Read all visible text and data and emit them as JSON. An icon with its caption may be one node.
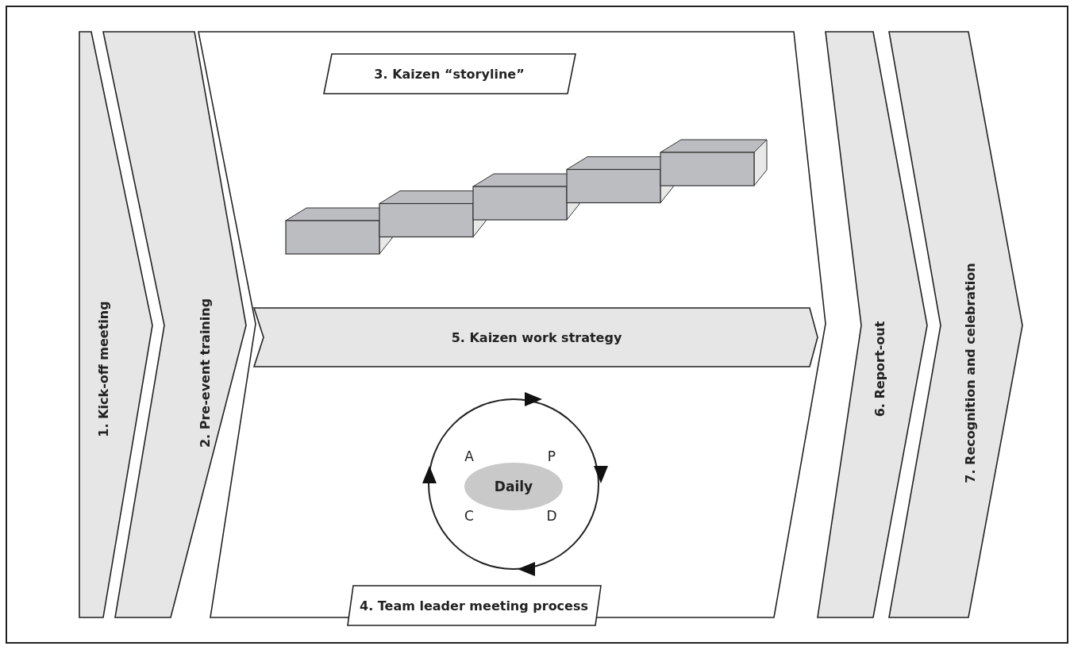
{
  "diagram": {
    "nodes": [
      {
        "text": [
          "1. Kick-off meeting"
        ]
      },
      {
        "text": [
          "2. Pre-event training"
        ]
      },
      {
        "text": [],
        "shape": "box"
      },
      {
        "text": [
          "3. Kaizen “storyline”"
        ],
        "in": 2
      },
      {
        "text": [
          "5. Kaizen work strategy"
        ],
        "in": 2
      },
      {
        "text": [
          "Daily"
        ],
        "in": 2
      },
      {
        "text": [
          "4. Team leader meeting process"
        ],
        "in": 2
      },
      {
        "text": [
          "6. Report-out"
        ]
      },
      {
        "text": [
          "7. Recognition and celebration"
        ]
      }
    ],
    "labels": [
      "A",
      "P",
      "C",
      "D"
    ]
  }
}
